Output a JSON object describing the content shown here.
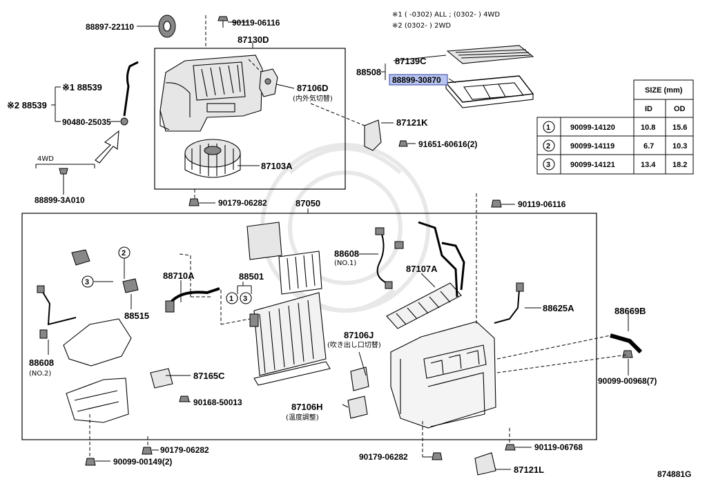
{
  "notes": {
    "note1": "※1 (      -0302) ALL ; (0302-      ) 4WD",
    "note2": "※2 (0302-      ) 2WD",
    "fourwd": "4WD",
    "diagram_id": "874881G"
  },
  "parts": {
    "p88897": "88897-22110",
    "p90119a": "90119-06116",
    "p87130D": "87130D",
    "p87139C": "87139C",
    "p88508": "88508",
    "p88899_30870": "88899-30870",
    "p88539_1": "※1 88539",
    "p88539_2": "※2 88539",
    "p90480": "90480-25035",
    "p87106D": "87106D",
    "p87106D_sub": "(内外気切替)",
    "p87121K": "87121K",
    "p91651": "91651-60616(2)",
    "p87103A": "87103A",
    "p88899_3A010": "88899-3A010",
    "p90179a": "90179-06282",
    "p87050": "87050",
    "p90119b": "90119-06116",
    "p88608_1": "88608",
    "p88608_1sub": "(NO.1)",
    "p87107A": "87107A",
    "p88710A": "88710A",
    "p88501": "88501",
    "p88515": "88515",
    "p88625A": "88625A",
    "p88669B": "88669B",
    "p88608_2": "88608",
    "p88608_2sub": "(NO.2)",
    "p87106J": "87106J",
    "p87106J_sub": "(吹き出し口切替)",
    "p87165C": "87165C",
    "p90168": "90168-50013",
    "p90099_968": "90099-00968(7)",
    "p87106H": "87106H",
    "p87106H_sub": "(温度調整)",
    "p90179b": "90179-06282",
    "p90099_149": "90099-00149(2)",
    "p90179c": "90179-06282",
    "p90119c": "90119-06768",
    "p87121L": "87121L"
  },
  "callouts": {
    "c1": "1",
    "c2": "2",
    "c3": "3"
  },
  "size_table": {
    "header": "SIZE (mm)",
    "col_id": "ID",
    "col_od": "OD",
    "rows": [
      {
        "num": "1",
        "part": "90099-14120",
        "id": "10.8",
        "od": "15.6"
      },
      {
        "num": "2",
        "part": "90099-14119",
        "id": "6.7",
        "od": "10.3"
      },
      {
        "num": "3",
        "part": "90099-14121",
        "id": "13.4",
        "od": "18.2"
      }
    ]
  },
  "colors": {
    "highlight": "#b8c4f0"
  }
}
